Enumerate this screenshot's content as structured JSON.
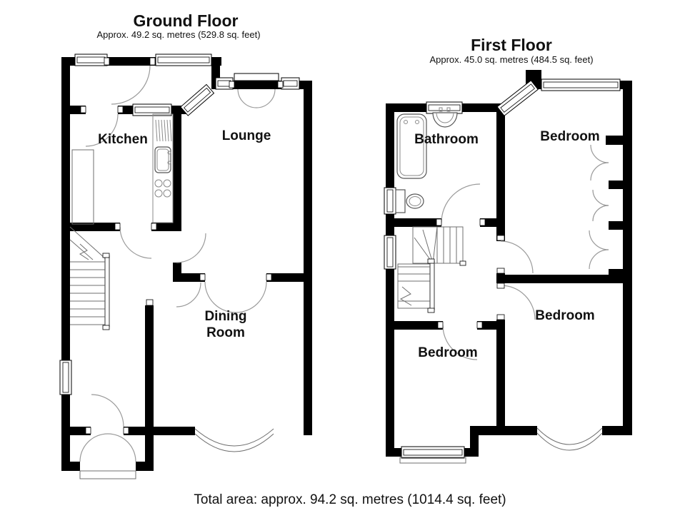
{
  "page": {
    "background": "#ffffff",
    "wall_color": "#000000",
    "line_color": "#9a9a9a",
    "text_color": "#111111"
  },
  "ground_floor": {
    "title": "Ground Floor",
    "subtitle": "Approx. 49.2 sq. metres (529.8 sq. feet)",
    "rooms": {
      "kitchen": "Kitchen",
      "lounge": "Lounge",
      "dining_line1": "Dining",
      "dining_line2": "Room"
    }
  },
  "first_floor": {
    "title": "First Floor",
    "subtitle": "Approx. 45.0 sq. metres (484.5 sq. feet)",
    "rooms": {
      "bathroom": "Bathroom",
      "bedroom_rear": "Bedroom",
      "bedroom_front": "Bedroom",
      "bedroom_third": "Bedroom"
    }
  },
  "footer": {
    "total_area": "Total area: approx. 94.2 sq. metres (1014.4 sq. feet)"
  }
}
